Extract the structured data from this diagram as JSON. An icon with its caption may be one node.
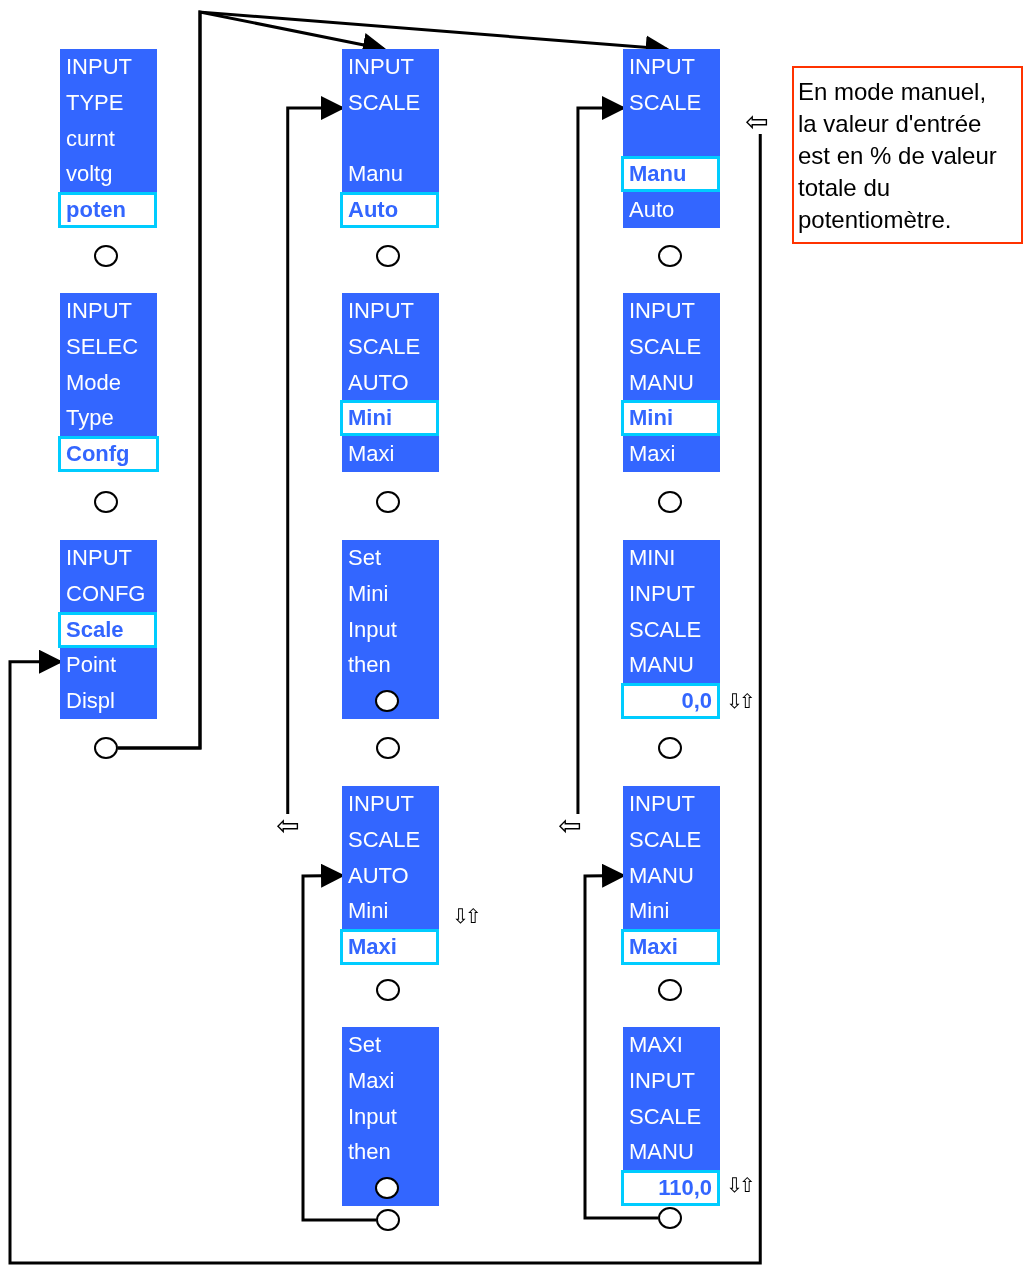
{
  "diagram": {
    "nodes": [
      {
        "text": [
          "INPUT",
          "TYPE",
          "curnt",
          "voltg"
        ]
      },
      {
        "text": [
          "poten"
        ],
        "in": 0
      },
      {
        "text": [],
        "shape": "circle"
      },
      {
        "text": [
          "INPUT",
          "SELEC",
          "Mode",
          "Type"
        ]
      },
      {
        "text": [
          "Confg"
        ],
        "in": 3
      },
      {
        "text": [],
        "shape": "circle"
      },
      {
        "text": [
          "INPUT",
          "CONFG",
          "Point",
          "Displ"
        ]
      },
      {
        "text": [
          "Scale"
        ],
        "in": 6
      },
      {
        "text": [],
        "shape": "circle"
      },
      {
        "text": [
          "INPUT",
          "SCALE",
          "Manu"
        ]
      },
      {
        "text": [
          "Auto"
        ],
        "in": 9
      },
      {
        "text": [],
        "shape": "circle"
      },
      {
        "text": [
          "INPUT",
          "SCALE",
          "AUTO",
          "Maxi"
        ]
      },
      {
        "text": [
          "Mini"
        ],
        "in": 12
      },
      {
        "text": [],
        "shape": "circle"
      },
      {
        "text": [
          "Set",
          "Mini",
          "Input",
          "then"
        ]
      },
      {
        "text": [],
        "shape": "circle",
        "in": 15
      },
      {
        "text": [],
        "shape": "circle"
      },
      {
        "text": [
          "⇦"
        ]
      },
      {
        "text": [
          "INPUT",
          "SCALE",
          "AUTO",
          "Mini"
        ],
        "beside": [
          "⇩⇧"
        ]
      },
      {
        "text": [
          "Maxi"
        ],
        "in": 19
      },
      {
        "text": [],
        "shape": "circle"
      },
      {
        "text": [
          "Set",
          "Maxi",
          "Input",
          "then"
        ]
      },
      {
        "text": [],
        "shape": "circle",
        "in": 22
      },
      {
        "text": [],
        "shape": "circle"
      },
      {
        "text": [
          "INPUT",
          "SCALE",
          "Auto"
        ]
      },
      {
        "text": [
          "Manu"
        ],
        "in": 25
      },
      {
        "text": [],
        "shape": "circle"
      },
      {
        "text": [
          "INPUT",
          "SCALE",
          "MANU",
          "Maxi"
        ]
      },
      {
        "text": [
          "Mini"
        ],
        "in": 28
      },
      {
        "text": [],
        "shape": "circle"
      },
      {
        "text": [
          "MINI",
          "INPUT",
          "SCALE",
          "MANU"
        ],
        "beside": [
          "⇩⇧"
        ]
      },
      {
        "text": [
          "0,0"
        ],
        "in": 31
      },
      {
        "text": [],
        "shape": "circle"
      },
      {
        "text": [
          "⇦"
        ]
      },
      {
        "text": [
          "INPUT",
          "SCALE",
          "MANU",
          "Mini"
        ]
      },
      {
        "text": [
          "Maxi"
        ],
        "in": 35
      },
      {
        "text": [],
        "shape": "circle"
      },
      {
        "text": [
          "MAXI",
          "INPUT",
          "SCALE",
          "MANU"
        ],
        "beside": [
          "⇩⇧"
        ]
      },
      {
        "text": [
          "110,0"
        ],
        "in": 38
      },
      {
        "text": [],
        "shape": "circle"
      },
      {
        "text": [
          "⇦"
        ]
      },
      {
        "text": [
          "En mode manuel, la valeur d'entrée est en % de valeur totale du potentiomètre."
        ]
      }
    ],
    "edges": [
      {
        "from": 8,
        "to": 9,
        "arrow": "to"
      },
      {
        "from": 8,
        "to": 25,
        "arrow": "to"
      },
      {
        "from": 18,
        "to": 9,
        "arrow": "to"
      },
      {
        "from": 24,
        "to": 19,
        "arrow": "to"
      },
      {
        "from": 34,
        "to": 25,
        "arrow": "to"
      },
      {
        "from": 40,
        "to": 35,
        "arrow": "to"
      },
      {
        "from": 41,
        "to": 6,
        "arrow": "to"
      }
    ]
  }
}
